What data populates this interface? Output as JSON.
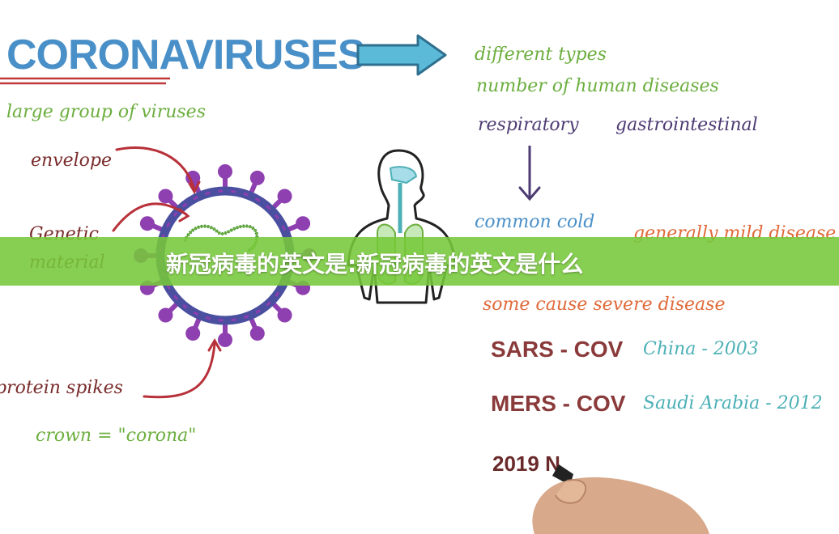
{
  "title": "CORONAVIRUSES",
  "subtitle": "large group of viruses",
  "virus_labels": {
    "envelope": "envelope",
    "genetic_line1": "Genetic",
    "genetic_line2": "material",
    "spikes": "protein spikes",
    "crown": "crown = \"corona\""
  },
  "right_notes": {
    "types": "different types",
    "diseases": "number of human diseases",
    "respiratory": "respiratory",
    "gastro": "gastrointestinal",
    "common_cold": "common cold",
    "mild": "generally mild disease",
    "severe": "some cause severe disease"
  },
  "outbreaks": [
    {
      "name": "SARS - COV",
      "where": "China - 2003"
    },
    {
      "name": "MERS - COV",
      "where": "Saudi Arabia - 2012"
    },
    {
      "name": "2019 N",
      "where": ""
    }
  ],
  "banner": {
    "text": "新冠病毒的英文是:新冠病毒的英文是什么"
  },
  "colors": {
    "title_blue": "#4a90c8",
    "green": "#6cae3f",
    "virus_purple": "#8e3fb0",
    "virus_ring": "#4a4fa0",
    "arrow_red": "#b8313a",
    "banner_green": "#76c83a"
  }
}
